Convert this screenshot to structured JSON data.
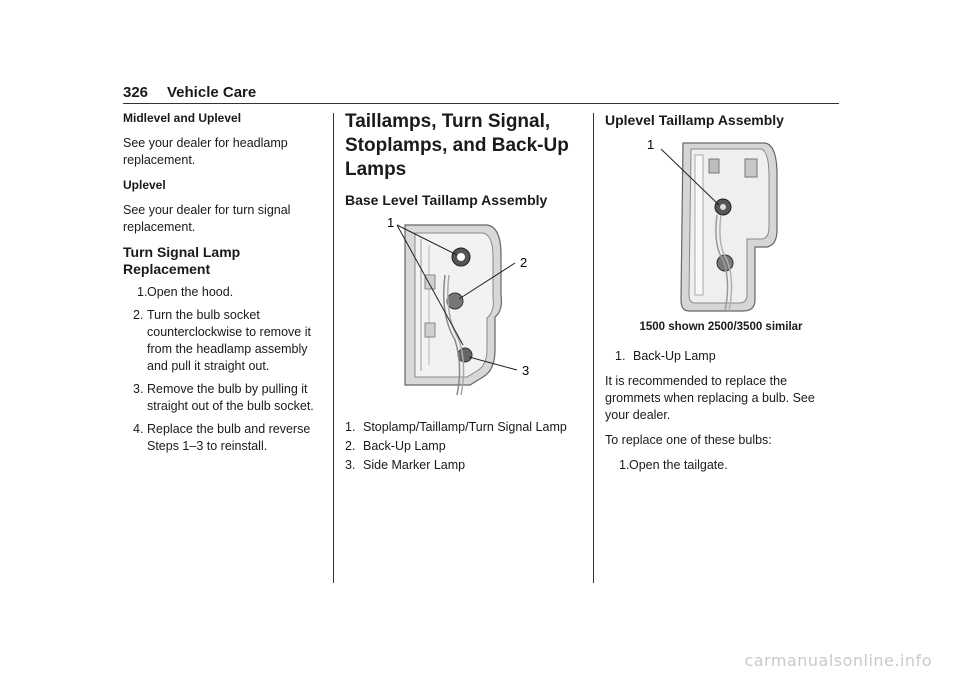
{
  "header": {
    "page_number": "326",
    "section": "Vehicle Care"
  },
  "col1": {
    "subhead1": "Midlevel and Uplevel",
    "para1": "See your dealer for headlamp replacement.",
    "subhead2": "Uplevel",
    "para2": "See your dealer for turn signal replacement.",
    "heading": "Turn Signal Lamp Replacement",
    "steps": [
      {
        "num": "1.",
        "text": "Open the hood."
      },
      {
        "num": "2.",
        "text": "Turn the bulb socket counterclockwise to remove it from the headlamp assembly and pull it straight out."
      },
      {
        "num": "3.",
        "text": "Remove the bulb by pulling it straight out of the bulb socket."
      },
      {
        "num": "4.",
        "text": "Replace the bulb and reverse Steps 1–3 to reinstall."
      }
    ]
  },
  "col2": {
    "title": "Taillamps, Turn Signal, Stoplamps, and Back-Up Lamps",
    "heading": "Base Level Taillamp Assembly",
    "figure_labels": [
      "1",
      "2",
      "3"
    ],
    "callouts": [
      {
        "num": "1.",
        "text": "Stoplamp/Taillamp/Turn Signal Lamp"
      },
      {
        "num": "2.",
        "text": "Back-Up Lamp"
      },
      {
        "num": "3.",
        "text": "Side Marker Lamp"
      }
    ]
  },
  "col3": {
    "heading": "Uplevel Taillamp Assembly",
    "figure_labels": [
      "1"
    ],
    "caption": "1500 shown 2500/3500 similar",
    "callouts": [
      {
        "num": "1.",
        "text": "Back-Up Lamp"
      }
    ],
    "para1": "It is recommended to replace the grommets when replacing a bulb. See your dealer.",
    "para2": "To replace one of these bulbs:",
    "steps": [
      {
        "num": "1.",
        "text": "Open the tailgate."
      }
    ]
  },
  "footer": {
    "watermark": "carmanualsonline.info"
  }
}
